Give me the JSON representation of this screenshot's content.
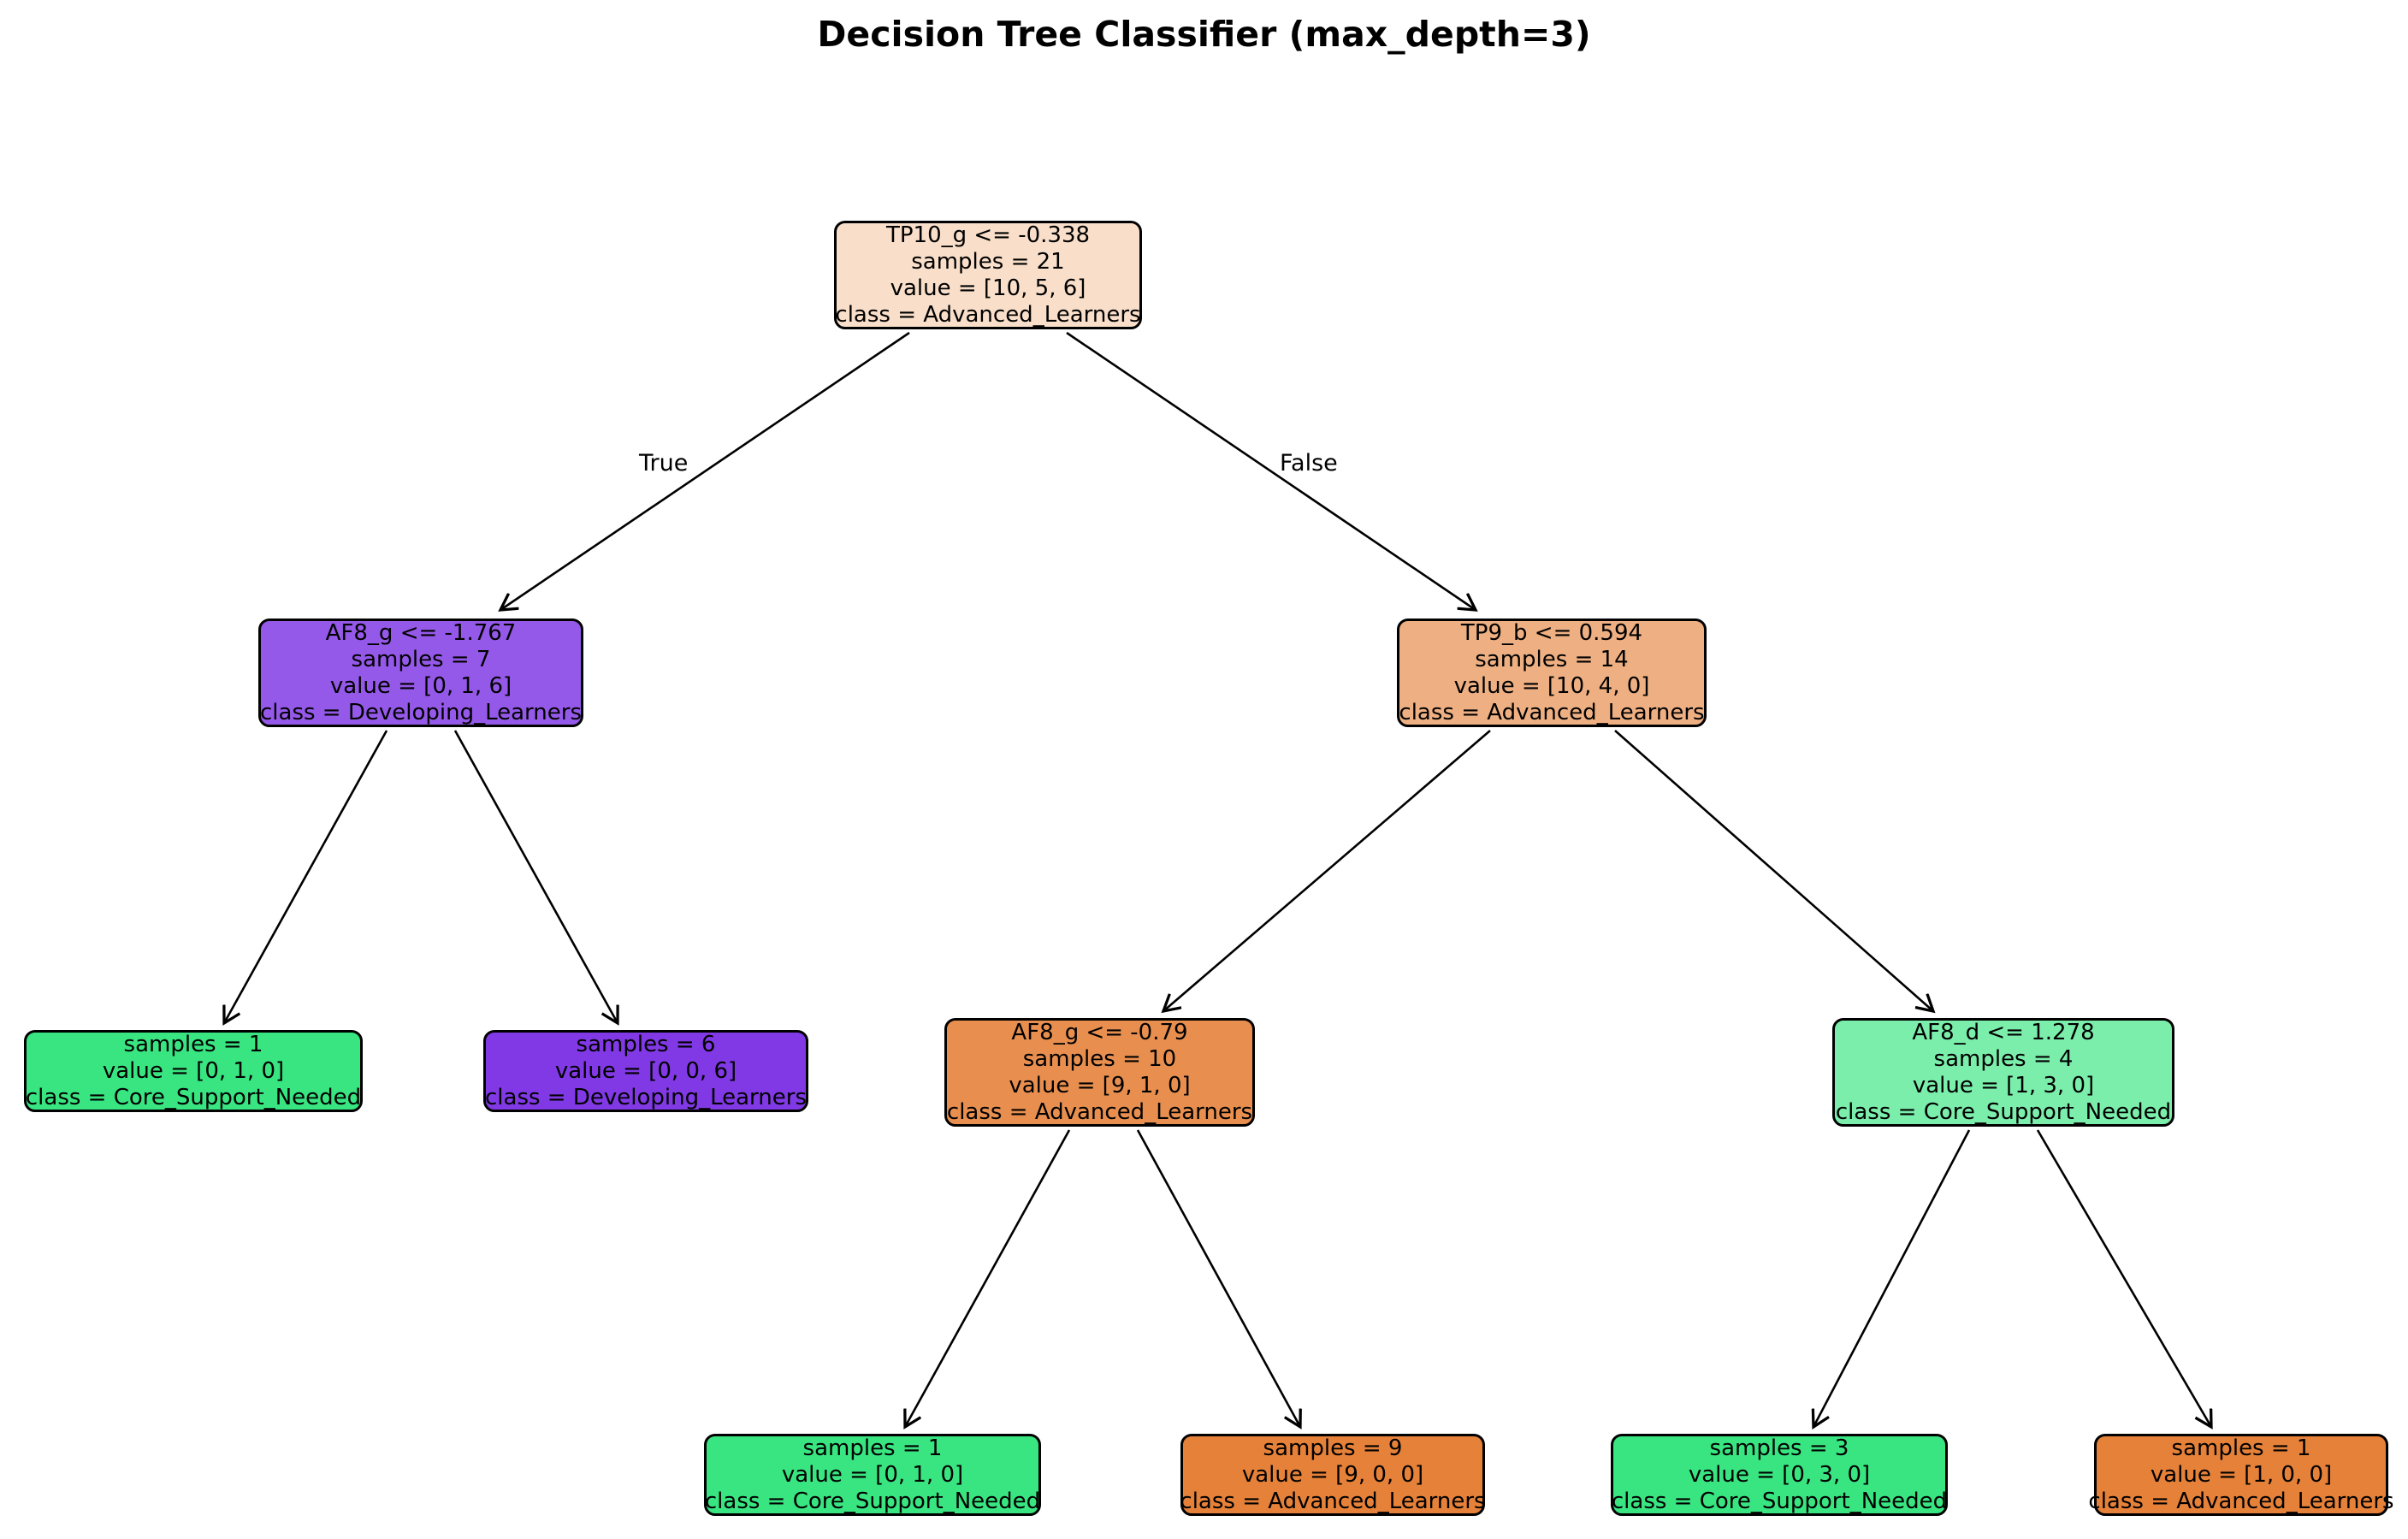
{
  "title": "Decision Tree Classifier (max_depth=3)",
  "edge_labels": {
    "true_label": "True",
    "false_label": "False"
  },
  "class_colors": {
    "advanced_learners": "#e58139",
    "core_support_needed": "#39e581",
    "developing_learners": "#8139e5"
  },
  "nodes": [
    {
      "id": "root",
      "condition": "TP10_g <= -0.338",
      "samples": "samples = 21",
      "value": "value = [10, 5, 6]",
      "class_line": "class = Advanced_Learners",
      "color": "#f9dfca"
    },
    {
      "id": "depth1-left",
      "condition": "AF8_g <= -1.767",
      "samples": "samples = 7",
      "value": "value = [0, 1, 6]",
      "class_line": "class = Developing_Learners",
      "color": "#9559e9"
    },
    {
      "id": "depth1-right",
      "condition": "TP9_b <= 0.594",
      "samples": "samples = 14",
      "value": "value = [10, 4, 0]",
      "class_line": "class = Advanced_Learners",
      "color": "#eeb083"
    },
    {
      "id": "depth2-leaf-1",
      "samples": "samples = 1",
      "value": "value = [0, 1, 0]",
      "class_line": "class = Core_Support_Needed",
      "color": "#39e581"
    },
    {
      "id": "depth2-leaf-2",
      "samples": "samples = 6",
      "value": "value = [0, 0, 6]",
      "class_line": "class = Developing_Learners",
      "color": "#8139e5"
    },
    {
      "id": "depth2-split-1",
      "condition": "AF8_g <= -0.79",
      "samples": "samples = 10",
      "value": "value = [9, 1, 0]",
      "class_line": "class = Advanced_Learners",
      "color": "#e88f4f"
    },
    {
      "id": "depth2-split-2",
      "condition": "AF8_d <= 1.278",
      "samples": "samples = 4",
      "value": "value = [1, 3, 0]",
      "class_line": "class = Core_Support_Needed",
      "color": "#7beeab"
    },
    {
      "id": "depth3-leaf-1",
      "samples": "samples = 1",
      "value": "value = [0, 1, 0]",
      "class_line": "class = Core_Support_Needed",
      "color": "#39e581"
    },
    {
      "id": "depth3-leaf-2",
      "samples": "samples = 9",
      "value": "value = [9, 0, 0]",
      "class_line": "class = Advanced_Learners",
      "color": "#e58139"
    },
    {
      "id": "depth3-leaf-3",
      "samples": "samples = 3",
      "value": "value = [0, 3, 0]",
      "class_line": "class = Core_Support_Needed",
      "color": "#39e581"
    },
    {
      "id": "depth3-leaf-4",
      "samples": "samples = 1",
      "value": "value = [1, 0, 0]",
      "class_line": "class = Advanced_Learners",
      "color": "#e58139"
    }
  ]
}
